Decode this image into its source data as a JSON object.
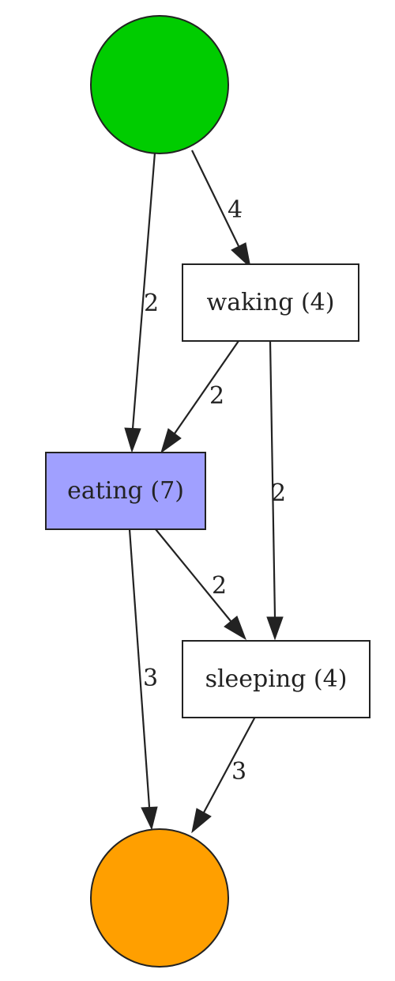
{
  "colors": {
    "start": "#00cc00",
    "end": "#ff9f00",
    "highlight": "#a0a0ff",
    "box": "#ffffff",
    "stroke": "#222222"
  },
  "nodes": {
    "start": {
      "label": "",
      "shape": "circle"
    },
    "waking": {
      "label": "waking (4)",
      "shape": "box"
    },
    "eating": {
      "label": "eating (7)",
      "shape": "box"
    },
    "sleeping": {
      "label": "sleeping (4)",
      "shape": "box"
    },
    "end": {
      "label": "",
      "shape": "circle"
    }
  },
  "edges": [
    {
      "from": "start",
      "to": "waking",
      "label": "4"
    },
    {
      "from": "start",
      "to": "eating",
      "label": "2"
    },
    {
      "from": "waking",
      "to": "eating",
      "label": "2"
    },
    {
      "from": "waking",
      "to": "sleeping",
      "label": "2"
    },
    {
      "from": "eating",
      "to": "sleeping",
      "label": "2"
    },
    {
      "from": "eating",
      "to": "end",
      "label": "3"
    },
    {
      "from": "sleeping",
      "to": "end",
      "label": "3"
    }
  ]
}
